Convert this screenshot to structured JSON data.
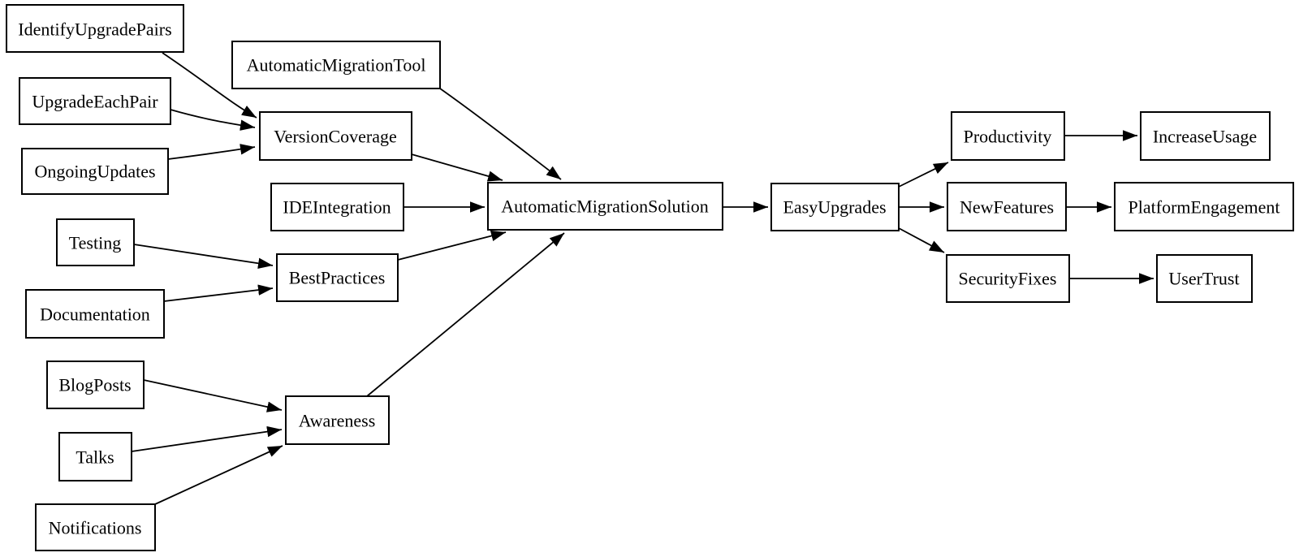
{
  "diagram": {
    "type": "directed-graph",
    "direction": "left-to-right",
    "background_color": "#ffffff",
    "node_fill_color": "#ffffff",
    "node_border_color": "#000000",
    "edge_color": "#000000",
    "text_color": "#000000",
    "nodes": {
      "IdentifyUpgradePairs": {
        "label": "IdentifyUpgradePairs"
      },
      "UpgradeEachPair": {
        "label": "UpgradeEachPair"
      },
      "OngoingUpdates": {
        "label": "OngoingUpdates"
      },
      "AutomaticMigrationTool": {
        "label": "AutomaticMigrationTool"
      },
      "VersionCoverage": {
        "label": "VersionCoverage"
      },
      "IDEIntegration": {
        "label": "IDEIntegration"
      },
      "Testing": {
        "label": "Testing"
      },
      "Documentation": {
        "label": "Documentation"
      },
      "BestPractices": {
        "label": "BestPractices"
      },
      "BlogPosts": {
        "label": "BlogPosts"
      },
      "Talks": {
        "label": "Talks"
      },
      "Notifications": {
        "label": "Notifications"
      },
      "Awareness": {
        "label": "Awareness"
      },
      "AutomaticMigrationSolution": {
        "label": "AutomaticMigrationSolution"
      },
      "EasyUpgrades": {
        "label": "EasyUpgrades"
      },
      "Productivity": {
        "label": "Productivity"
      },
      "IncreaseUsage": {
        "label": "IncreaseUsage"
      },
      "NewFeatures": {
        "label": "NewFeatures"
      },
      "PlatformEngagement": {
        "label": "PlatformEngagement"
      },
      "SecurityFixes": {
        "label": "SecurityFixes"
      },
      "UserTrust": {
        "label": "UserTrust"
      }
    },
    "edges": [
      {
        "from": "IdentifyUpgradePairs",
        "to": "VersionCoverage"
      },
      {
        "from": "UpgradeEachPair",
        "to": "VersionCoverage"
      },
      {
        "from": "OngoingUpdates",
        "to": "VersionCoverage"
      },
      {
        "from": "AutomaticMigrationTool",
        "to": "AutomaticMigrationSolution"
      },
      {
        "from": "VersionCoverage",
        "to": "AutomaticMigrationSolution"
      },
      {
        "from": "IDEIntegration",
        "to": "AutomaticMigrationSolution"
      },
      {
        "from": "Testing",
        "to": "BestPractices"
      },
      {
        "from": "Documentation",
        "to": "BestPractices"
      },
      {
        "from": "BestPractices",
        "to": "AutomaticMigrationSolution"
      },
      {
        "from": "BlogPosts",
        "to": "Awareness"
      },
      {
        "from": "Talks",
        "to": "Awareness"
      },
      {
        "from": "Notifications",
        "to": "Awareness"
      },
      {
        "from": "Awareness",
        "to": "AutomaticMigrationSolution"
      },
      {
        "from": "AutomaticMigrationSolution",
        "to": "EasyUpgrades"
      },
      {
        "from": "EasyUpgrades",
        "to": "Productivity"
      },
      {
        "from": "EasyUpgrades",
        "to": "NewFeatures"
      },
      {
        "from": "EasyUpgrades",
        "to": "SecurityFixes"
      },
      {
        "from": "Productivity",
        "to": "IncreaseUsage"
      },
      {
        "from": "NewFeatures",
        "to": "PlatformEngagement"
      },
      {
        "from": "SecurityFixes",
        "to": "UserTrust"
      }
    ]
  }
}
